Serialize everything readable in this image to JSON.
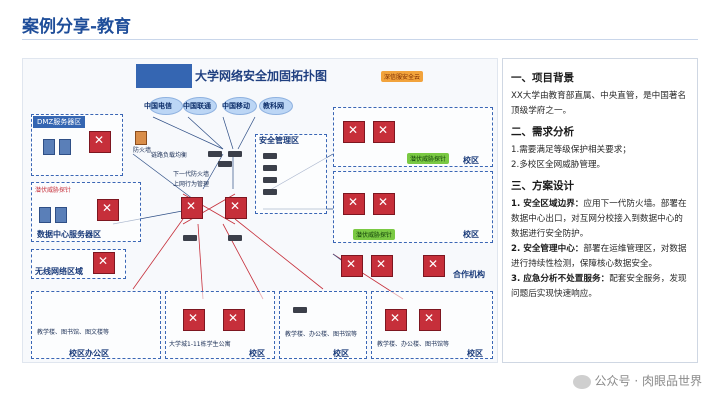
{
  "slide": {
    "title": "案例分享-教育"
  },
  "diagram": {
    "title": "大学网络安全加固拓扑图",
    "isps": [
      "中国电信",
      "中国联通",
      "中国移动",
      "教科网"
    ],
    "zones": {
      "dmz": "DMZ服务器区",
      "datacenter": "数据中心服务器区",
      "wireless": "无线网络区域",
      "security_mgmt": "安全管理区",
      "campus_a": "校区",
      "campus_b": "校区",
      "campus_office": "校区办公区",
      "campus_c": "校区",
      "campus_d": "校区",
      "campus_e": "校区",
      "partner": "合作机构"
    },
    "labels": {
      "threat_probe": "潜伏威胁探针",
      "fw": "防火墙",
      "ngfw": "下一代防火墙",
      "aggregation": "链路负载均衡",
      "cloud_sec": "深信服安全云",
      "web_gateway": "上网行为管理",
      "bldg_a": "教学楼、图书馆、图文楼等",
      "bldg_b": "大学城1-11栋学生公寓",
      "bldg_c": "教学楼、办公楼、图书馆等",
      "bldg_d": "教学楼、办公楼、图书馆等"
    }
  },
  "panel": {
    "h1": "一、项目背景",
    "p1": "XX大学由教育部直属、中央直管，是中国著名顶级学府之一。",
    "h2": "二、需求分析",
    "p2a": "1.需要满足等级保护相关要求；",
    "p2b": "2.多校区全网威胁管理。",
    "h3": "三、方案设计",
    "s1_title": "1. 安全区域边界：",
    "s1_body": "应用下一代防火墙。部署在数据中心出口，对互网分校接入到数据中心的数据进行安全防护。",
    "s2_title": "2. 安全管理中心：",
    "s2_body": "部署在运维管理区，对数据进行持续性检测，保障核心数据安全。",
    "s3_title": "3. 应急分析不处置服务：",
    "s3_body": "配套安全服务，发现问题后实现快速响应。"
  },
  "watermark": {
    "text": "公众号 · 肉眼品世界"
  },
  "colors": {
    "title": "#1f4e9a",
    "accent": "#3566b2",
    "core": "#c62f3a"
  }
}
